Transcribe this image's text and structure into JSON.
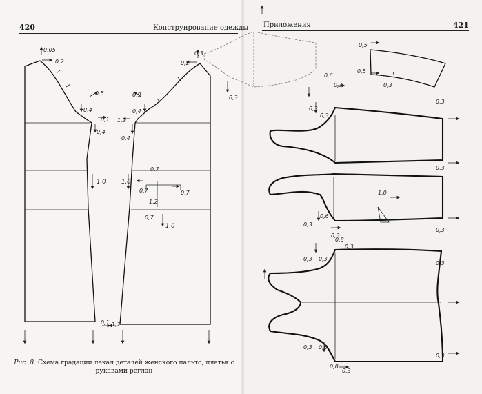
{
  "left_page": {
    "number": "420",
    "running_title": "Конструирование одежды",
    "caption_label": "Рис. 8.",
    "caption_text": "Схема градации лекал деталей женского пальто, платья с рукавами реглан"
  },
  "right_page": {
    "number": "421",
    "running_title": "Приложения"
  },
  "marks_left": {
    "m005": "0,05",
    "m02a": "0,2",
    "m03a": "0,3",
    "m02b": "0,2",
    "m05": "0,5",
    "m04a": "0,4",
    "m09": "0,9",
    "m04b": "0,4",
    "m01": "0,1",
    "m04c": "0,4",
    "m12a": "1,2",
    "m04d": "0,4",
    "m10a": "1,0",
    "m10b": "1,0",
    "m07a": "0,7",
    "m07b": "0,7",
    "m07c": "0,7",
    "m12b": "1,2",
    "m07d": "0,7",
    "m10c": "1,0",
    "m01b": "0,1",
    "m12c": "1,2"
  },
  "marks_right": {
    "r03a": "0,3",
    "r03b": "0,3",
    "r05a": "0,5",
    "r05b": "0,5",
    "r03c": "0,3",
    "r06": "0,6",
    "r03d": "0,3",
    "r03e": "0,3",
    "r03f": "0,3",
    "r03g": "0,3",
    "r03h": "0,3",
    "r10": "1,0",
    "r03i": "0,3",
    "r06b": "0,6",
    "r03j": "0,3",
    "r03k": "0,3",
    "r03l": "0,3",
    "r03m": "0,3",
    "r08": "0,8",
    "r03n": "0,3",
    "r06c": "0,6",
    "r03o": "0,3",
    "r03p": "0,3",
    "r08b": "0,8",
    "r03q": "0,3"
  }
}
